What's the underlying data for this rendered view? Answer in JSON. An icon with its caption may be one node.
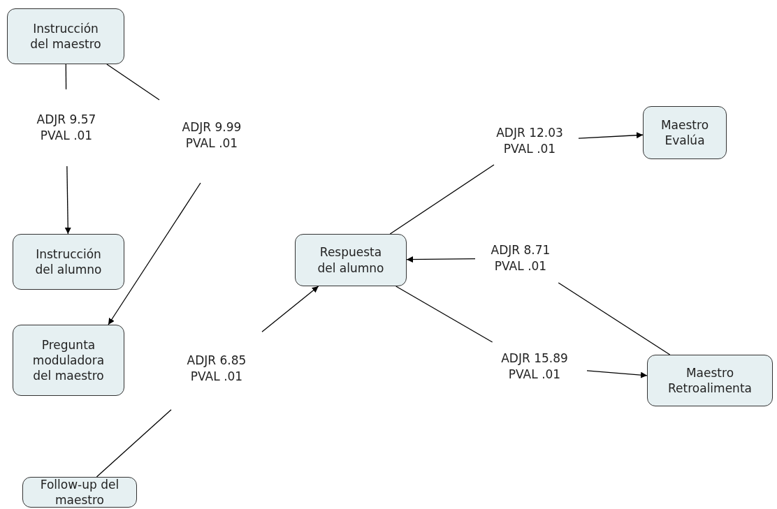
{
  "diagram": {
    "nodes": [
      {
        "text": [
          "Instrucción del maestro"
        ]
      },
      {
        "text": [
          "ADJR 9.57 PVAL .01"
        ]
      },
      {
        "text": [
          "ADJR 9.99 PVAL .01"
        ]
      },
      {
        "text": [
          "Instrucción del alumno"
        ]
      },
      {
        "text": [
          "Pregunta moduladora del maestro"
        ]
      },
      {
        "text": [
          "ADJR 6.85 PVAL .01"
        ]
      },
      {
        "text": [
          "Follow-up del maestro"
        ]
      },
      {
        "text": [
          "Respuesta del alumno"
        ]
      },
      {
        "text": [
          "ADJR 12.03 PVAL .01"
        ]
      },
      {
        "text": [
          "Maestro Evalúa"
        ]
      },
      {
        "text": [
          "ADJR 8.71 PVAL .01"
        ]
      },
      {
        "text": [
          "ADJR 15.89 PVAL .01"
        ]
      },
      {
        "text": [
          "Maestro Retroalimenta"
        ]
      }
    ],
    "edges": [
      {
        "from": 0,
        "to": 1,
        "arrow": "none"
      },
      {
        "from": 1,
        "to": 3,
        "arrow": "to"
      },
      {
        "from": 0,
        "to": 2,
        "arrow": "none"
      },
      {
        "from": 2,
        "to": 4,
        "arrow": "to"
      },
      {
        "from": 6,
        "to": 5,
        "arrow": "none"
      },
      {
        "from": 5,
        "to": 7,
        "arrow": "to"
      },
      {
        "from": 7,
        "to": 8,
        "arrow": "none"
      },
      {
        "from": 8,
        "to": 9,
        "arrow": "to"
      },
      {
        "from": 12,
        "to": 10,
        "arrow": "none"
      },
      {
        "from": 10,
        "to": 7,
        "arrow": "to"
      },
      {
        "from": 7,
        "to": 11,
        "arrow": "none"
      },
      {
        "from": 11,
        "to": 12,
        "arrow": "to"
      }
    ]
  }
}
